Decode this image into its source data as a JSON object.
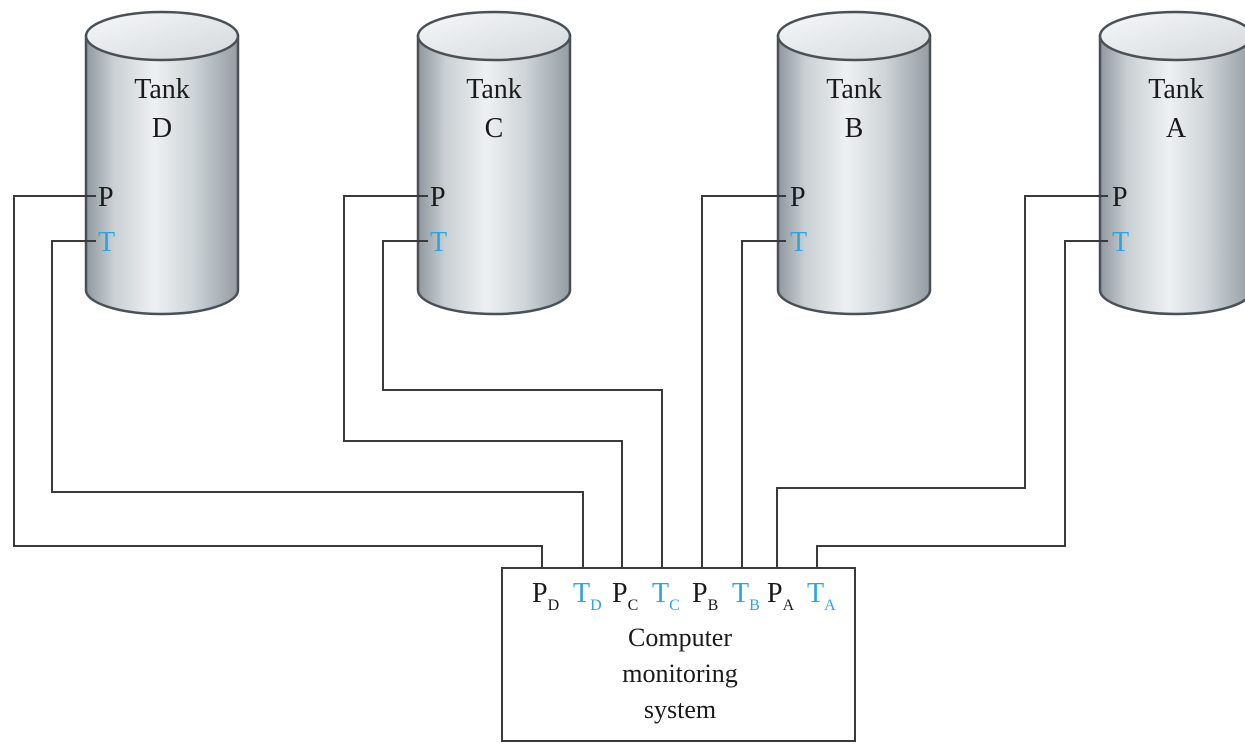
{
  "colors": {
    "pressure": "#1a1a1a",
    "temperature": "#2aa6df",
    "wire": "#3a3a3a",
    "tank_body_dark": "#8f989e",
    "tank_body_light": "#eef1f3"
  },
  "tanks": [
    {
      "id": "D",
      "word": "Tank",
      "letter": "D",
      "p_label": "P",
      "t_label": "T"
    },
    {
      "id": "C",
      "word": "Tank",
      "letter": "C",
      "p_label": "P",
      "t_label": "T"
    },
    {
      "id": "B",
      "word": "Tank",
      "letter": "B",
      "p_label": "P",
      "t_label": "T"
    },
    {
      "id": "A",
      "word": "Tank",
      "letter": "A",
      "p_label": "P",
      "t_label": "T"
    }
  ],
  "computer": {
    "lines": [
      "Computer",
      "monitoring",
      "system"
    ],
    "ports": [
      {
        "base": "P",
        "sub": "D",
        "kind": "pressure"
      },
      {
        "base": "T",
        "sub": "D",
        "kind": "temperature"
      },
      {
        "base": "P",
        "sub": "C",
        "kind": "pressure"
      },
      {
        "base": "T",
        "sub": "C",
        "kind": "temperature"
      },
      {
        "base": "P",
        "sub": "B",
        "kind": "pressure"
      },
      {
        "base": "T",
        "sub": "B",
        "kind": "temperature"
      },
      {
        "base": "P",
        "sub": "A",
        "kind": "pressure"
      },
      {
        "base": "T",
        "sub": "A",
        "kind": "temperature"
      }
    ]
  }
}
